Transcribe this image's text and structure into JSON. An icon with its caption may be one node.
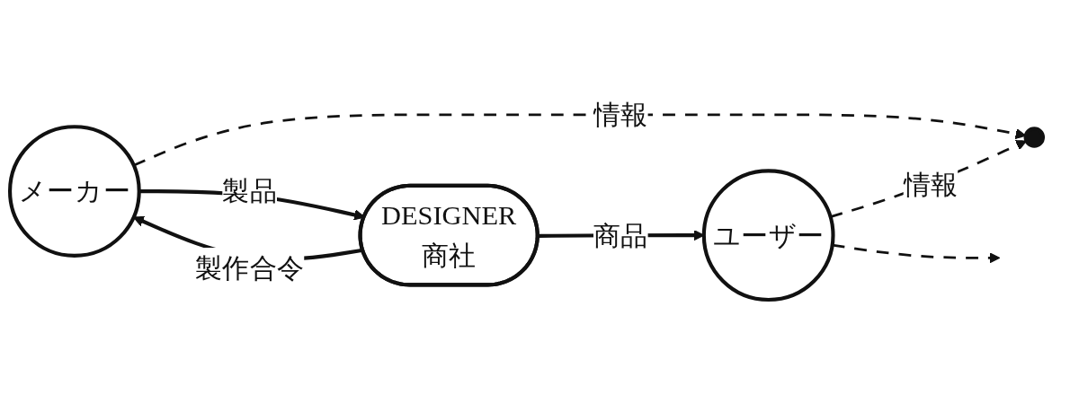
{
  "diagram": {
    "nodes": [
      {
        "text": [
          "メーカー"
        ]
      },
      {
        "text": [],
        "shape": "circle"
      },
      {
        "text": [
          "DESIGNER",
          "商社"
        ]
      },
      {
        "text": [
          "ユーザー"
        ]
      }
    ],
    "edges": [
      {
        "from": 0,
        "to": 1,
        "arrow": "to",
        "label": "情報",
        "style": "dashed"
      },
      {
        "from": 3,
        "to": 1,
        "arrow": "to",
        "label": "情報",
        "style": "dashed"
      },
      {
        "from": 2,
        "to": 0,
        "arrow": "to",
        "label": "製作合令"
      },
      {
        "from": 0,
        "to": 2,
        "arrow": "to",
        "label": "製品"
      },
      {
        "from": 2,
        "to": 3,
        "arrow": "to",
        "label": "商品"
      },
      {
        "from": 3,
        "to": null,
        "arrow": "to",
        "style": "dashed"
      }
    ]
  }
}
